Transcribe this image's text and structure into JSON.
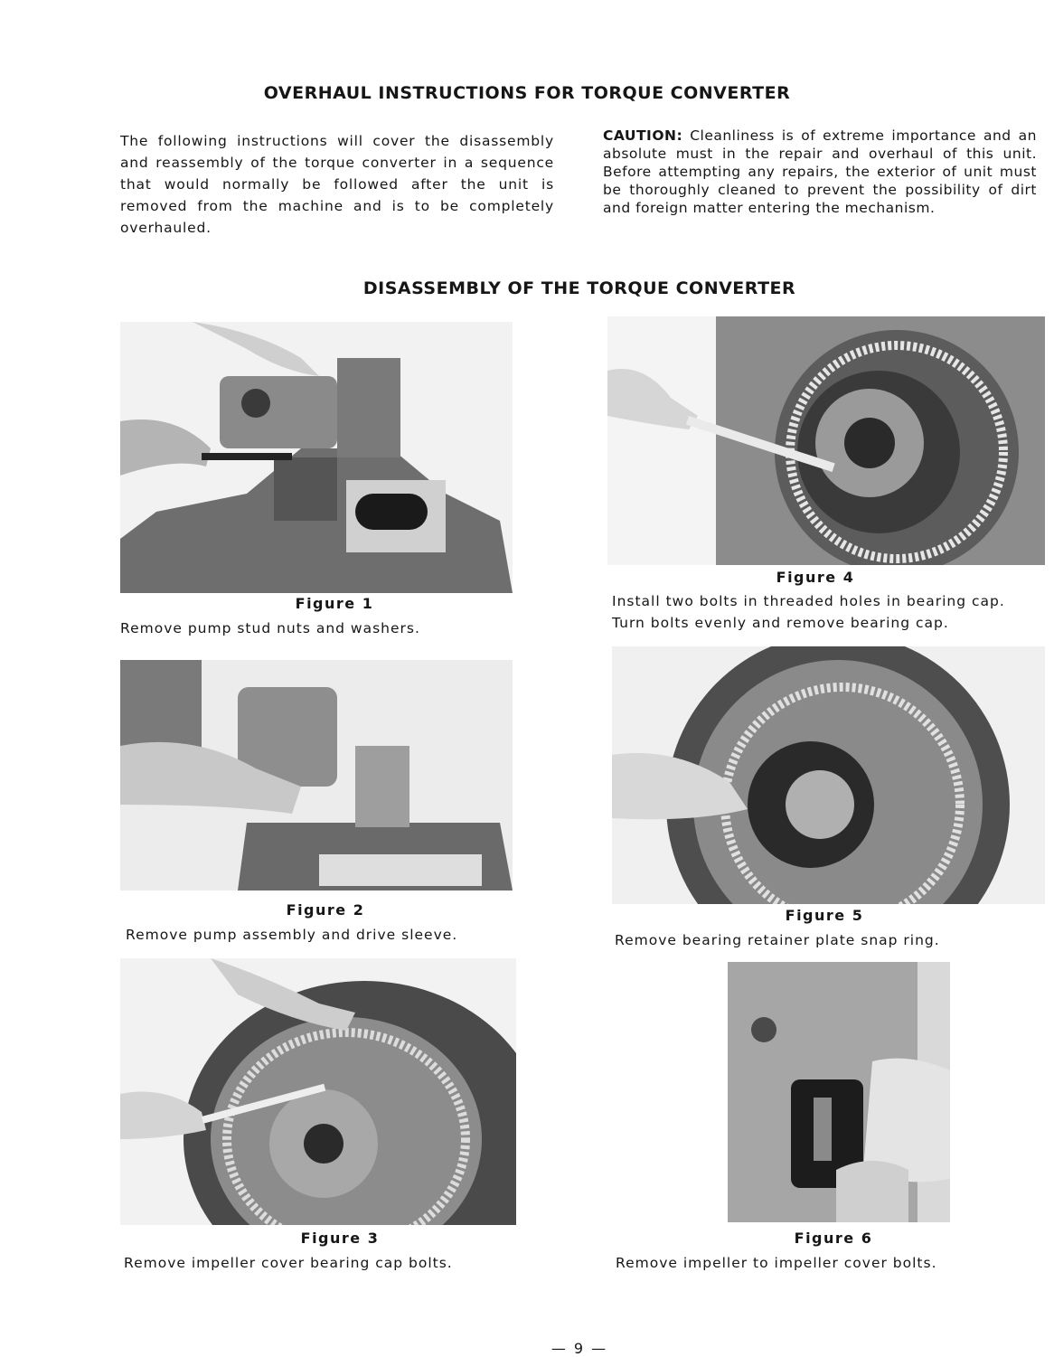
{
  "document": {
    "title": "OVERHAUL INSTRUCTIONS FOR TORQUE CONVERTER",
    "intro": "The following instructions will cover the disassembly and reassembly of the torque converter in a sequence that would normally be followed after the unit is removed from the machine and is to be completely overhauled.",
    "caution_label": "CAUTION:",
    "caution_text": " Cleanliness is of extreme importance and an absolute must in the repair and overhaul of this unit. Before attempting any repairs, the exterior of unit must be thoroughly cleaned to prevent the possibility of dirt and foreign matter entering the mechanism.",
    "section_title": "DISASSEMBLY OF THE TORQUE CONVERTER",
    "page_number": "— 9 —"
  },
  "figures": [
    {
      "label": "Figure 1",
      "caption": "Remove pump stud nuts and washers.",
      "photo_icon": "pump-housing-photo"
    },
    {
      "label": "Figure 2",
      "caption": "Remove pump assembly and drive sleeve.",
      "photo_icon": "pump-removal-photo"
    },
    {
      "label": "Figure 3",
      "caption": "Remove impeller cover bearing cap bolts.",
      "photo_icon": "flywheel-wrench-photo"
    },
    {
      "label": "Figure 4",
      "caption_line1": "Install two bolts in threaded holes in bearing cap.",
      "caption_line2": "Turn bolts evenly and remove bearing cap.",
      "photo_icon": "bearing-cap-photo"
    },
    {
      "label": "Figure 5",
      "caption": "Remove bearing retainer plate snap ring.",
      "photo_icon": "snap-ring-photo"
    },
    {
      "label": "Figure 6",
      "caption": "Remove impeller to impeller cover bolts.",
      "photo_icon": "impeller-bolts-photo"
    }
  ]
}
